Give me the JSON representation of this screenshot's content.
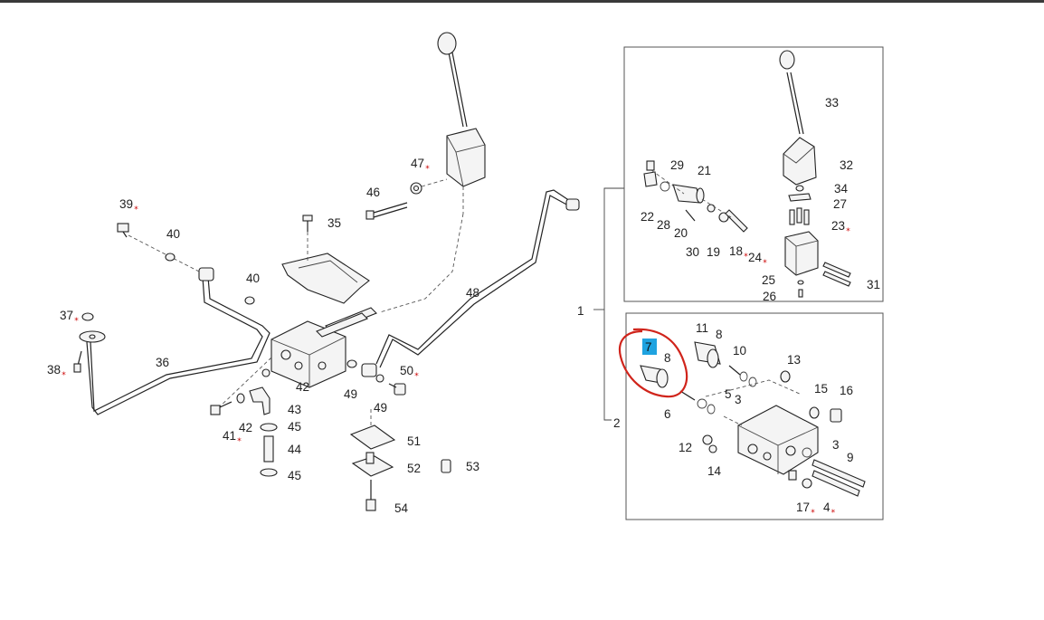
{
  "diagram": {
    "callouts": [
      {
        "id": "c1",
        "label": "1",
        "starred": false
      },
      {
        "id": "c2",
        "label": "2",
        "starred": false
      },
      {
        "id": "c3a",
        "label": "3",
        "starred": false
      },
      {
        "id": "c3b",
        "label": "3",
        "starred": false
      },
      {
        "id": "c4",
        "label": "4",
        "starred": true
      },
      {
        "id": "c5",
        "label": "5",
        "starred": false
      },
      {
        "id": "c6",
        "label": "6",
        "starred": false
      },
      {
        "id": "c7",
        "label": "7",
        "starred": false,
        "highlighted": true
      },
      {
        "id": "c8a",
        "label": "8",
        "starred": false
      },
      {
        "id": "c8b",
        "label": "8",
        "starred": false
      },
      {
        "id": "c9",
        "label": "9",
        "starred": false
      },
      {
        "id": "c10",
        "label": "10",
        "starred": false
      },
      {
        "id": "c11",
        "label": "11",
        "starred": false
      },
      {
        "id": "c12",
        "label": "12",
        "starred": false
      },
      {
        "id": "c13",
        "label": "13",
        "starred": false
      },
      {
        "id": "c14",
        "label": "14",
        "starred": false
      },
      {
        "id": "c15",
        "label": "15",
        "starred": false
      },
      {
        "id": "c16",
        "label": "16",
        "starred": false
      },
      {
        "id": "c17",
        "label": "17",
        "starred": true
      },
      {
        "id": "c18",
        "label": "18",
        "starred": true
      },
      {
        "id": "c19",
        "label": "19",
        "starred": false
      },
      {
        "id": "c20",
        "label": "20",
        "starred": false
      },
      {
        "id": "c21",
        "label": "21",
        "starred": false
      },
      {
        "id": "c22",
        "label": "22",
        "starred": false
      },
      {
        "id": "c23",
        "label": "23",
        "starred": true
      },
      {
        "id": "c24",
        "label": "24",
        "starred": true
      },
      {
        "id": "c25",
        "label": "25",
        "starred": false
      },
      {
        "id": "c26",
        "label": "26",
        "starred": false
      },
      {
        "id": "c27",
        "label": "27",
        "starred": false
      },
      {
        "id": "c28",
        "label": "28",
        "starred": false
      },
      {
        "id": "c29",
        "label": "29",
        "starred": false
      },
      {
        "id": "c30",
        "label": "30",
        "starred": false
      },
      {
        "id": "c31",
        "label": "31",
        "starred": false
      },
      {
        "id": "c32",
        "label": "32",
        "starred": false
      },
      {
        "id": "c33",
        "label": "33",
        "starred": false
      },
      {
        "id": "c34",
        "label": "34",
        "starred": false
      },
      {
        "id": "c35",
        "label": "35",
        "starred": false
      },
      {
        "id": "c36",
        "label": "36",
        "starred": false
      },
      {
        "id": "c37",
        "label": "37",
        "starred": true
      },
      {
        "id": "c38",
        "label": "38",
        "starred": true
      },
      {
        "id": "c39",
        "label": "39",
        "starred": true
      },
      {
        "id": "c40a",
        "label": "40",
        "starred": false
      },
      {
        "id": "c40b",
        "label": "40",
        "starred": false
      },
      {
        "id": "c41",
        "label": "41",
        "starred": true
      },
      {
        "id": "c42a",
        "label": "42",
        "starred": false
      },
      {
        "id": "c42b",
        "label": "42",
        "starred": false
      },
      {
        "id": "c43",
        "label": "43",
        "starred": false
      },
      {
        "id": "c44",
        "label": "44",
        "starred": false
      },
      {
        "id": "c45a",
        "label": "45",
        "starred": false
      },
      {
        "id": "c45b",
        "label": "45",
        "starred": false
      },
      {
        "id": "c46",
        "label": "46",
        "starred": false
      },
      {
        "id": "c47",
        "label": "47",
        "starred": true
      },
      {
        "id": "c48",
        "label": "48",
        "starred": false
      },
      {
        "id": "c49a",
        "label": "49",
        "starred": false
      },
      {
        "id": "c49b",
        "label": "49",
        "starred": false
      },
      {
        "id": "c50",
        "label": "50",
        "starred": true
      },
      {
        "id": "c51",
        "label": "51",
        "starred": false
      },
      {
        "id": "c52",
        "label": "52",
        "starred": false
      },
      {
        "id": "c53",
        "label": "53",
        "starred": false
      },
      {
        "id": "c54",
        "label": "54",
        "starred": false
      }
    ],
    "star_glyph": "*",
    "highlight_color": "#1fa3e0",
    "markup_color": "#d0241b"
  }
}
